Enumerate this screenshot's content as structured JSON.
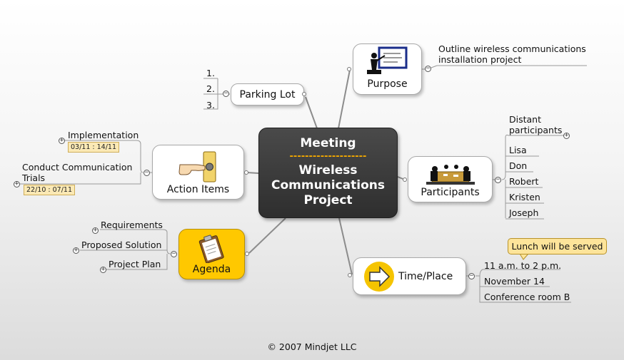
{
  "central": {
    "title": "Meeting",
    "separator": "--------------------",
    "subtitle": "Wireless Communications Project"
  },
  "parking_lot": {
    "label": "Parking Lot",
    "items": [
      "1.",
      "2.",
      "3."
    ]
  },
  "purpose": {
    "label": "Purpose",
    "note": "Outline wireless communications installation project"
  },
  "participants": {
    "label": "Participants",
    "group": "Distant participants",
    "people": [
      "Lisa",
      "Don",
      "Robert",
      "Kristen",
      "Joseph"
    ]
  },
  "time_place": {
    "label": "Time/Place",
    "callout": "Lunch will be served",
    "items": [
      "11 a.m. to 2 p.m.",
      "November 14",
      "Conference room B"
    ]
  },
  "agenda": {
    "label": "Agenda",
    "items": [
      "Requirements",
      "Proposed Solution",
      "Project Plan"
    ]
  },
  "action_items": {
    "label": "Action Items",
    "items": [
      {
        "label": "Implementation",
        "dates": "03/11 : 14/11"
      },
      {
        "label": "Conduct Communication Trials",
        "dates": "22/10 : 07/11"
      }
    ]
  },
  "footer": "© 2007 Mindjet LLC",
  "colors": {
    "central_bg": "#333333",
    "separator": "#f2a800",
    "agenda_fill": "#ffc800",
    "date_fill": "#fbe9b5",
    "callout_fill": "#fde49a"
  },
  "icons": [
    "presentation-easel-icon",
    "meeting-table-icon",
    "arrow-right-icon",
    "clipboard-icon",
    "hand-pressing-button-icon"
  ]
}
